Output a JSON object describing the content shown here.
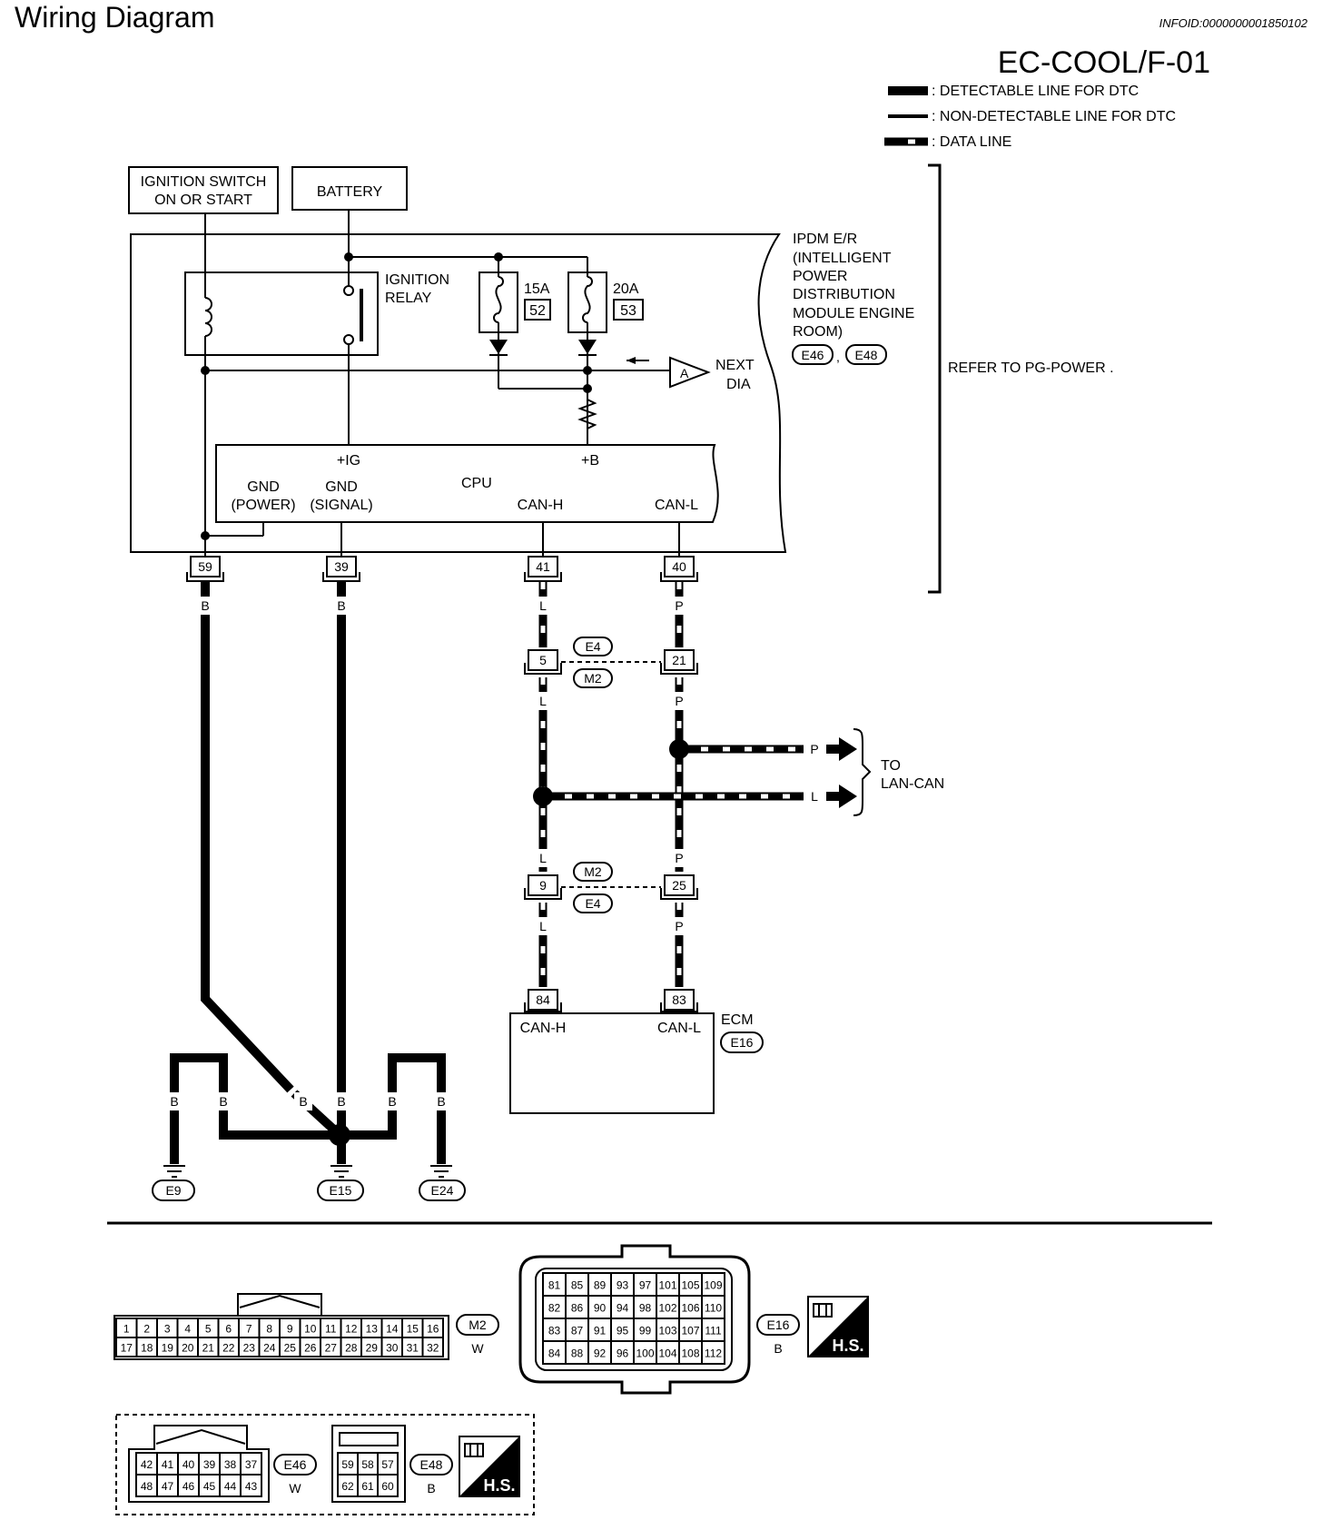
{
  "page": {
    "title": "Wiring Diagram",
    "info_id": "INFOID:0000000001850102",
    "diagram_code": "EC-COOL/F-01"
  },
  "legend": {
    "items": [
      {
        "label": ": DETECTABLE LINE FOR DTC",
        "style": "thick"
      },
      {
        "label": ": NON-DETECTABLE LINE FOR DTC",
        "style": "thin"
      },
      {
        "label": ": DATA LINE",
        "style": "data"
      }
    ]
  },
  "sources": {
    "ignition_switch_line1": "IGNITION SWITCH",
    "ignition_switch_line2": "ON OR START",
    "battery": "BATTERY"
  },
  "ipdm": {
    "name_lines": [
      "IPDM E/R",
      "(INTELLIGENT",
      "POWER",
      "DISTRIBUTION",
      "MODULE ENGINE",
      "ROOM)"
    ],
    "connector_1": "E46",
    "separator": ",",
    "connector_2": "E48",
    "refer": "REFER TO  PG-POWER .",
    "relay_line1": "IGNITION",
    "relay_line2": "RELAY",
    "fuse_1_rating": "15A",
    "fuse_1_no": "52",
    "fuse_2_rating": "20A",
    "fuse_2_no": "53",
    "next_marker": "A",
    "next_line1": "NEXT",
    "next_line2": "DIA",
    "cpu": "CPU",
    "ig": "+IG",
    "b": "+B",
    "gnd_power_1": "GND",
    "gnd_power_2": "(POWER)",
    "gnd_signal_1": "GND",
    "gnd_signal_2": "(SIGNAL)",
    "can_h": "CAN-H",
    "can_l": "CAN-L"
  },
  "pins": {
    "p59": "59",
    "p39": "39",
    "p41": "41",
    "p40": "40",
    "j5": "5",
    "j21": "21",
    "j9": "9",
    "j25": "25",
    "e84": "84",
    "e83": "83"
  },
  "wire_colors": {
    "B": "B",
    "L": "L",
    "P": "P"
  },
  "joint_connectors": {
    "upper_top": "E4",
    "upper_bottom": "M2",
    "lower_top": "M2",
    "lower_bottom": "E4"
  },
  "lan_can": {
    "line1": "TO",
    "line2": "LAN-CAN"
  },
  "ecm": {
    "label": "ECM",
    "connector": "E16",
    "can_h": "CAN-H",
    "can_l": "CAN-L"
  },
  "grounds": [
    "E9",
    "E15",
    "E24"
  ],
  "connector_views": {
    "m2": {
      "id": "M2",
      "color": "W",
      "row1": [
        "1",
        "2",
        "3",
        "4",
        "5",
        "6",
        "7",
        "8",
        "9",
        "10",
        "11",
        "12",
        "13",
        "14",
        "15",
        "16"
      ],
      "row2": [
        "17",
        "18",
        "19",
        "20",
        "21",
        "22",
        "23",
        "24",
        "25",
        "26",
        "27",
        "28",
        "29",
        "30",
        "31",
        "32"
      ]
    },
    "e16": {
      "id": "E16",
      "color": "B",
      "rows": [
        [
          "81",
          "85",
          "89",
          "93",
          "97",
          "101",
          "105",
          "109"
        ],
        [
          "82",
          "86",
          "90",
          "94",
          "98",
          "102",
          "106",
          "110"
        ],
        [
          "83",
          "87",
          "91",
          "95",
          "99",
          "103",
          "107",
          "111"
        ],
        [
          "84",
          "88",
          "92",
          "96",
          "100",
          "104",
          "108",
          "112"
        ]
      ]
    },
    "e46": {
      "id": "E46",
      "color": "W",
      "row1": [
        "42",
        "41",
        "40",
        "39",
        "38",
        "37"
      ],
      "row2": [
        "48",
        "47",
        "46",
        "45",
        "44",
        "43"
      ]
    },
    "e48": {
      "id": "E48",
      "color": "B",
      "row1": [
        "59",
        "58",
        "57"
      ],
      "row2": [
        "62",
        "61",
        "60"
      ]
    },
    "hs_label": "H.S."
  }
}
